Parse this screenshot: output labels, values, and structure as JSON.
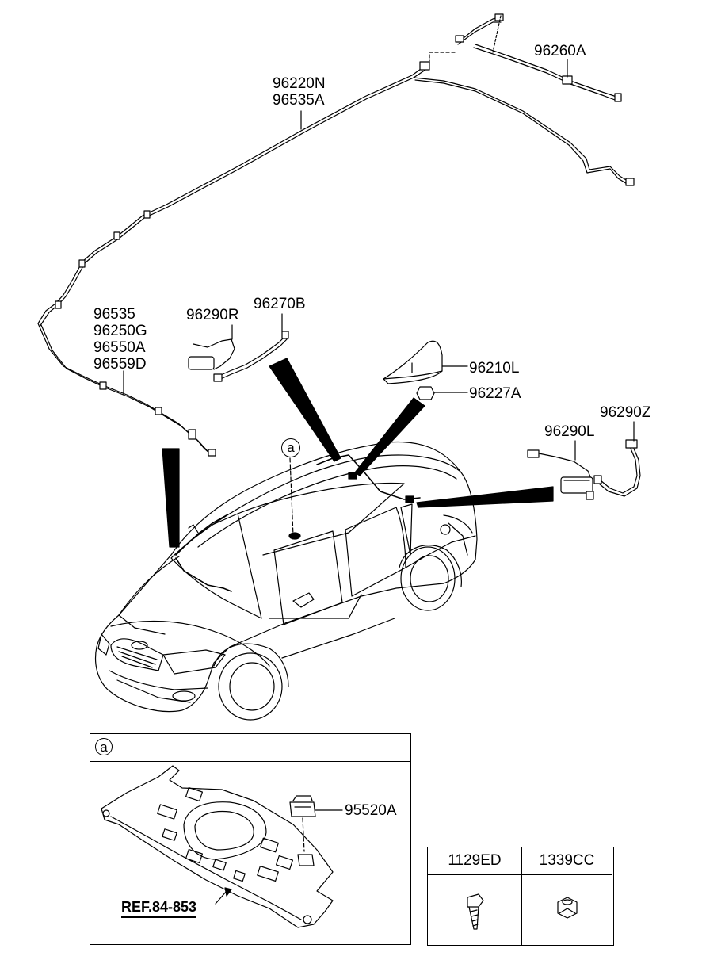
{
  "labels": {
    "p96260A": "96260A",
    "p96220N": "96220N",
    "p96535A": "96535A",
    "p96535": "96535",
    "p96250G": "96250G",
    "p96550A": "96550A",
    "p96559D": "96559D",
    "p96290R": "96290R",
    "p96270B": "96270B",
    "p96210L": "96210L",
    "p96227A": "96227A",
    "p96290Z": "96290Z",
    "p96290L": "96290L",
    "p95520A": "95520A"
  },
  "callout": "a",
  "detail": {
    "tag": "a",
    "ref": "REF.84-853"
  },
  "fasteners": {
    "col1": "1129ED",
    "col2": "1339CC"
  }
}
